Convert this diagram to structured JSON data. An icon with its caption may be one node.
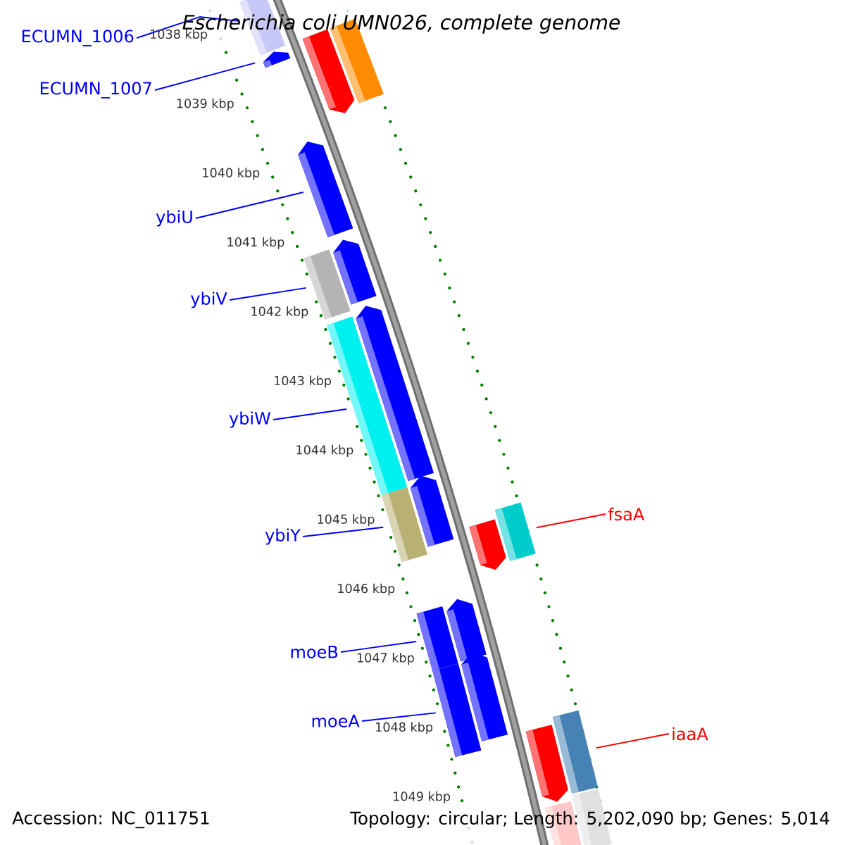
{
  "diagram": {
    "title": "Escherichia coli UMN026, complete genome",
    "nodes": [
      {
        "text": [
          "ECUMN_1006"
        ]
      },
      {
        "text": [],
        "shape": "bar"
      },
      {
        "text": [
          "ECUMN_1007"
        ]
      },
      {
        "text": [],
        "shape": "bar"
      },
      {
        "text": [],
        "shape": "bar"
      },
      {
        "text": [],
        "shape": "bar"
      },
      {
        "text": [
          "ybiU"
        ]
      },
      {
        "text": [],
        "shape": "bar"
      },
      {
        "text": [
          "ybiV"
        ]
      },
      {
        "text": [],
        "shape": "bar"
      },
      {
        "text": [],
        "shape": "bar"
      },
      {
        "text": [
          "ybiW"
        ]
      },
      {
        "text": [],
        "shape": "bar"
      },
      {
        "text": [],
        "shape": "bar"
      },
      {
        "text": [
          "ybiY"
        ]
      },
      {
        "text": [],
        "shape": "bar"
      },
      {
        "text": [],
        "shape": "bar"
      },
      {
        "text": [
          "fsaA"
        ]
      },
      {
        "text": [],
        "shape": "bar"
      },
      {
        "text": [],
        "shape": "bar"
      },
      {
        "text": [
          "moeB"
        ]
      },
      {
        "text": [],
        "shape": "bar"
      },
      {
        "text": [],
        "shape": "bar"
      },
      {
        "text": [
          "moeA"
        ]
      },
      {
        "text": [],
        "shape": "bar"
      },
      {
        "text": [],
        "shape": "bar"
      },
      {
        "text": [
          "iaaA"
        ]
      },
      {
        "text": [],
        "shape": "bar"
      },
      {
        "text": [],
        "shape": "bar"
      },
      {
        "text": [],
        "shape": "bar"
      },
      {
        "text": [],
        "shape": "bar"
      }
    ],
    "edges": [
      {
        "from": 0,
        "to": 1,
        "arrow": "none"
      },
      {
        "from": 2,
        "to": 3,
        "arrow": "none"
      },
      {
        "from": 6,
        "to": 7,
        "arrow": "none"
      },
      {
        "from": 8,
        "to": 9,
        "arrow": "none"
      },
      {
        "from": 11,
        "to": 12,
        "arrow": "none"
      },
      {
        "from": 14,
        "to": 15,
        "arrow": "none"
      },
      {
        "from": 17,
        "to": 18,
        "arrow": "none",
        "color": "#ff0000"
      },
      {
        "from": 20,
        "to": 21,
        "arrow": "none"
      },
      {
        "from": 23,
        "to": 24,
        "arrow": "none"
      },
      {
        "from": 26,
        "to": 27,
        "arrow": "none",
        "color": "#ff0000"
      }
    ],
    "labels": [
      "1038 kbp",
      "1039 kbp",
      "1040 kbp",
      "1041 kbp",
      "1042 kbp",
      "1043 kbp",
      "1044 kbp",
      "1045 kbp",
      "1046 kbp",
      "1047 kbp",
      "1048 kbp",
      "1049 kbp",
      "Accession: NC_011751",
      "Topology: circular; Length: 5,202,090 bp; Genes: 5,014"
    ]
  }
}
